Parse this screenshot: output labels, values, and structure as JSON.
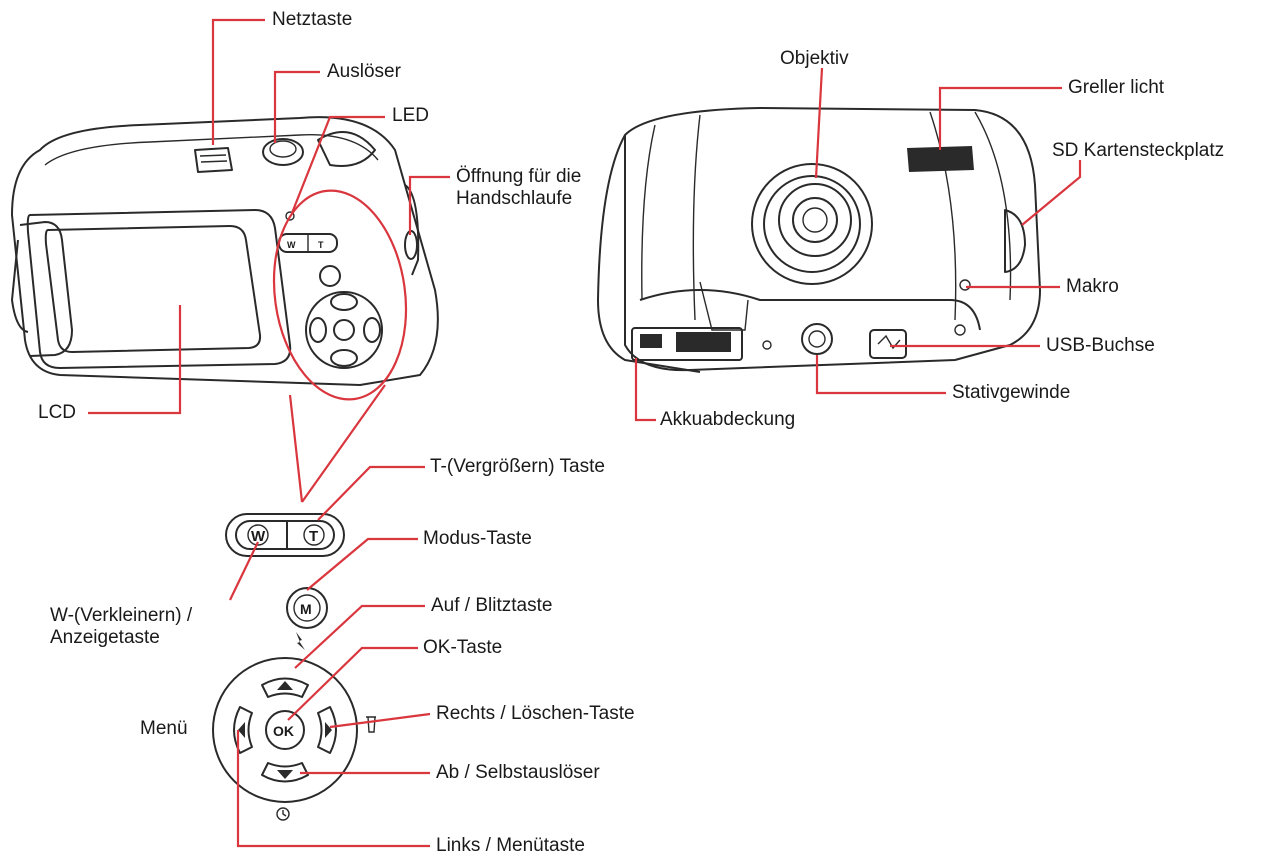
{
  "labels": {
    "netztaste": "Netztaste",
    "ausloeser": "Auslöser",
    "led": "LED",
    "oeffnung": "Öffnung für die\nHandschlaufe",
    "lcd": "LCD",
    "objektiv": "Objektiv",
    "greller_licht": "Greller licht",
    "sd_kartensteckplatz": "SD Kartensteckplatz",
    "makro": "Makro",
    "usb_buchse": "USB-Buchse",
    "stativgewinde": "Stativgewinde",
    "akkuabdeckung": "Akkuabdeckung",
    "t_taste": "T-(Vergrößern) Taste",
    "w_taste": "W-(Verkleinern) /\nAnzeigetaste",
    "modus_taste": "Modus-Taste",
    "auf_blitztaste": "Auf / Blitztaste",
    "ok_taste": "OK-Taste",
    "rechts_loeschen": "Rechts / Löschen-Taste",
    "menu": "Menü",
    "ab_selbstausloeser": "Ab / Selbstauslöser",
    "links_menutaste": "Links / Menütaste"
  },
  "buttons": {
    "w": "W",
    "t": "T",
    "m": "M",
    "ok": "OK"
  },
  "colors": {
    "leader_line": "#d9363e",
    "outline": "#2a2a2a",
    "background": "#ffffff"
  }
}
